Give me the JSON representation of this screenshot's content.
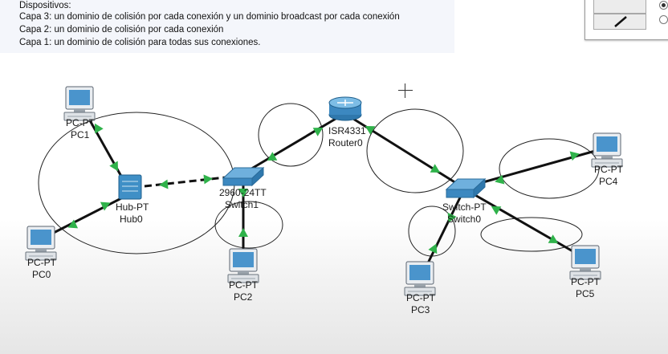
{
  "notes": {
    "title": "Dispositivos:",
    "line3": "Capa 3: un dominio de colisión por cada conexión y un dominio broadcast por cada conexión",
    "line2": "Capa 2: un dominio de colisión por cada conexión",
    "line1": "Capa 1: un dominio de colisión para todas sus conexiones."
  },
  "palette": {
    "tool_icon": "line-tool-icon"
  },
  "devices": {
    "pc1": {
      "type": "PC-PT",
      "name": "PC1"
    },
    "pc0": {
      "type": "PC-PT",
      "name": "PC0"
    },
    "hub0": {
      "type": "Hub-PT",
      "name": "Hub0"
    },
    "switch1": {
      "type": "2960-24TT",
      "name": "Switch1"
    },
    "pc2": {
      "type": "PC-PT",
      "name": "PC2"
    },
    "router0": {
      "type": "ISR4331",
      "name": "Router0"
    },
    "switch0": {
      "type": "Switch-PT",
      "name": "Switch0"
    },
    "pc3": {
      "type": "PC-PT",
      "name": "PC3"
    },
    "pc4": {
      "type": "PC-PT",
      "name": "PC4"
    },
    "pc5": {
      "type": "PC-PT",
      "name": "PC5"
    }
  },
  "colors": {
    "link": "#111111",
    "link_up": "#2fb24a",
    "device_blue": "#3a88c2",
    "note_bg": "#f4f6fb"
  }
}
